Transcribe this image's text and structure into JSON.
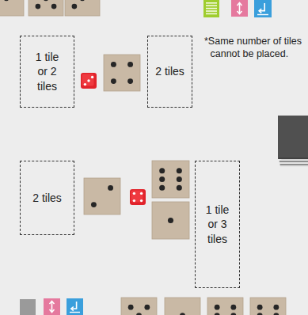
{
  "diagram": {
    "nodes": [
      {
        "text": [
          "1 tile or 2 tiles"
        ]
      },
      {
        "text": [
          "2 tiles"
        ]
      },
      {
        "text": [
          "2 tiles"
        ]
      },
      {
        "text": [
          "1 tile or 3 tiles"
        ]
      }
    ],
    "labels": [
      "*Same number of tiles cannot be placed."
    ]
  }
}
